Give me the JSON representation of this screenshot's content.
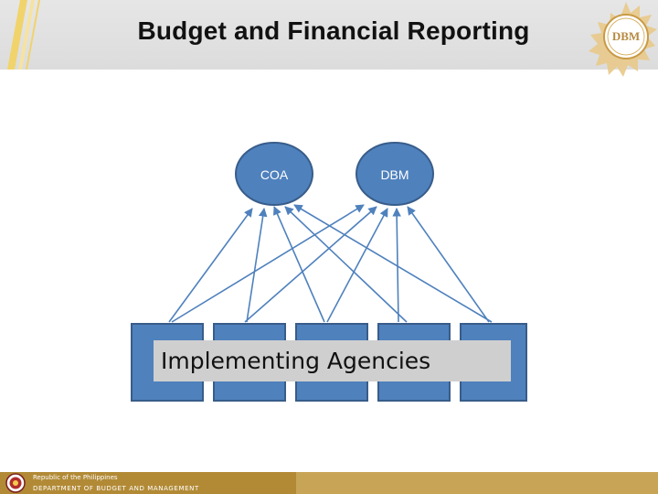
{
  "header": {
    "title": "Budget and Financial Reporting",
    "seal_text": "DBM"
  },
  "diagram": {
    "nodes": [
      {
        "id": "coa",
        "label": "COA"
      },
      {
        "id": "dbm",
        "label": "DBM"
      }
    ],
    "agencies_label": "Implementing Agencies",
    "agency_count": 5,
    "edges": "each agency box sends an arrow to both COA and DBM"
  },
  "footer": {
    "line1": "Republic of the Philippines",
    "line2": "DEPARTMENT OF BUDGET AND MANAGEMENT"
  },
  "colors": {
    "node_fill": "#4f81bd",
    "node_stroke": "#385d8a",
    "agency_fill": "#4f81bd",
    "arrow": "#4f81bd",
    "header_band": "#dcdcdc",
    "footer_gold": "#c8a457",
    "footer_dark": "#b28a36",
    "stripe_yellow": "#f1d36b"
  }
}
